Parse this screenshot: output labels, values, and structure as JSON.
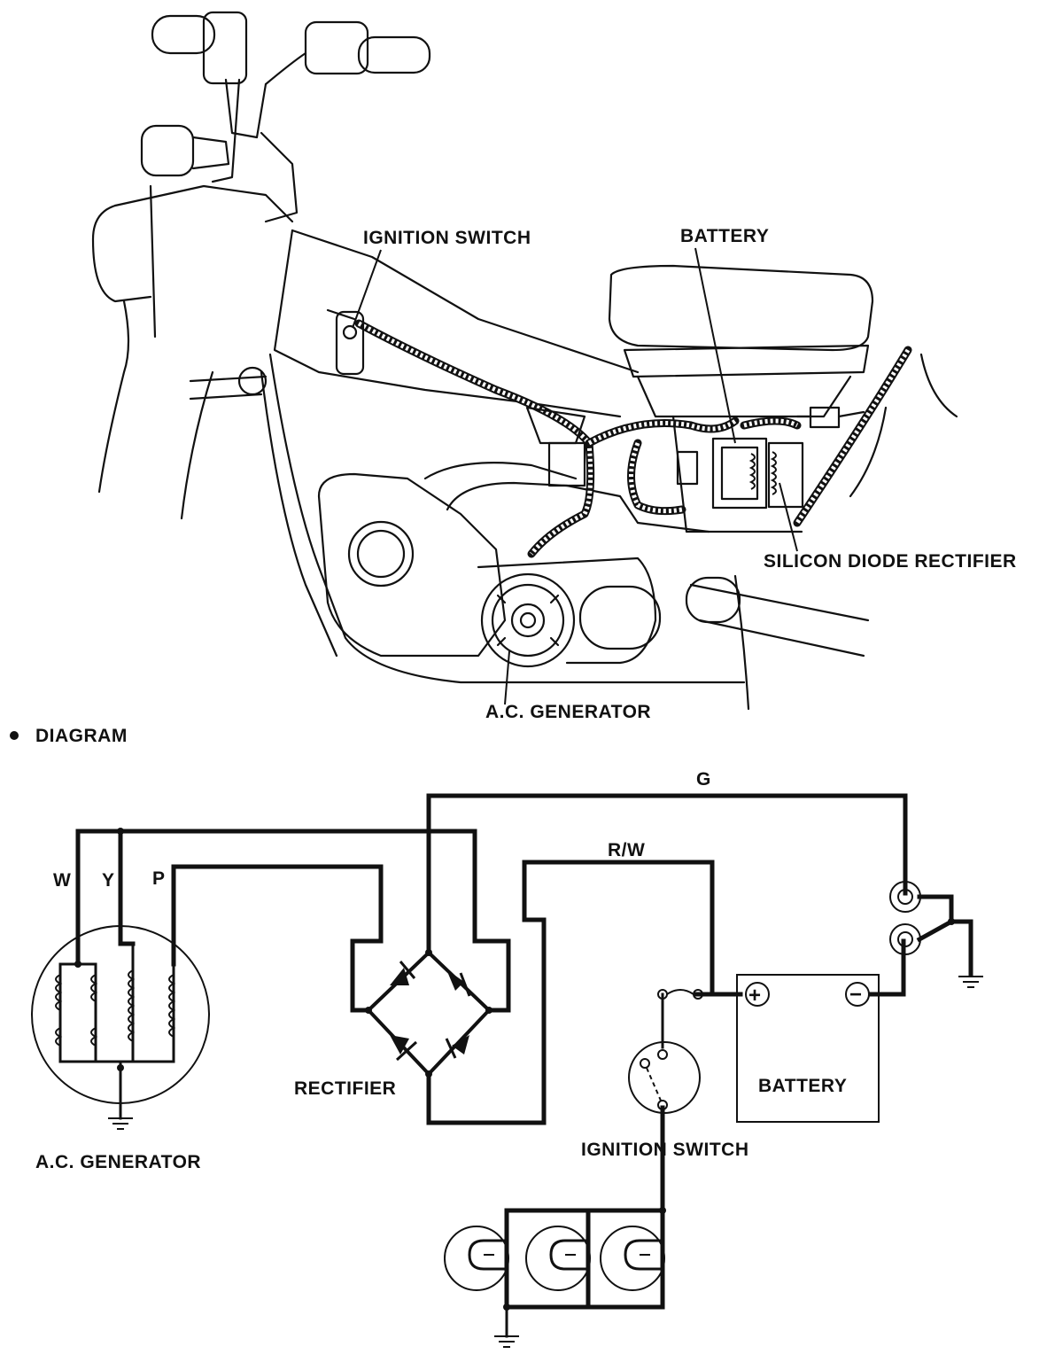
{
  "illustration": {
    "labels": {
      "ignition_switch": "IGNITION SWITCH",
      "battery": "BATTERY",
      "rectifier": "SILICON DIODE RECTIFIER",
      "generator": "A.C. GENERATOR"
    }
  },
  "diagram": {
    "heading": "DIAGRAM",
    "wires": {
      "w": "W",
      "y": "Y",
      "p": "P",
      "g": "G",
      "rw": "R/W"
    },
    "components": {
      "generator": "A.C. GENERATOR",
      "rectifier": "RECTIFIER",
      "battery": "BATTERY",
      "ignition_switch": "IGNITION SWITCH",
      "battery_plus": "+",
      "battery_minus": "−"
    }
  }
}
